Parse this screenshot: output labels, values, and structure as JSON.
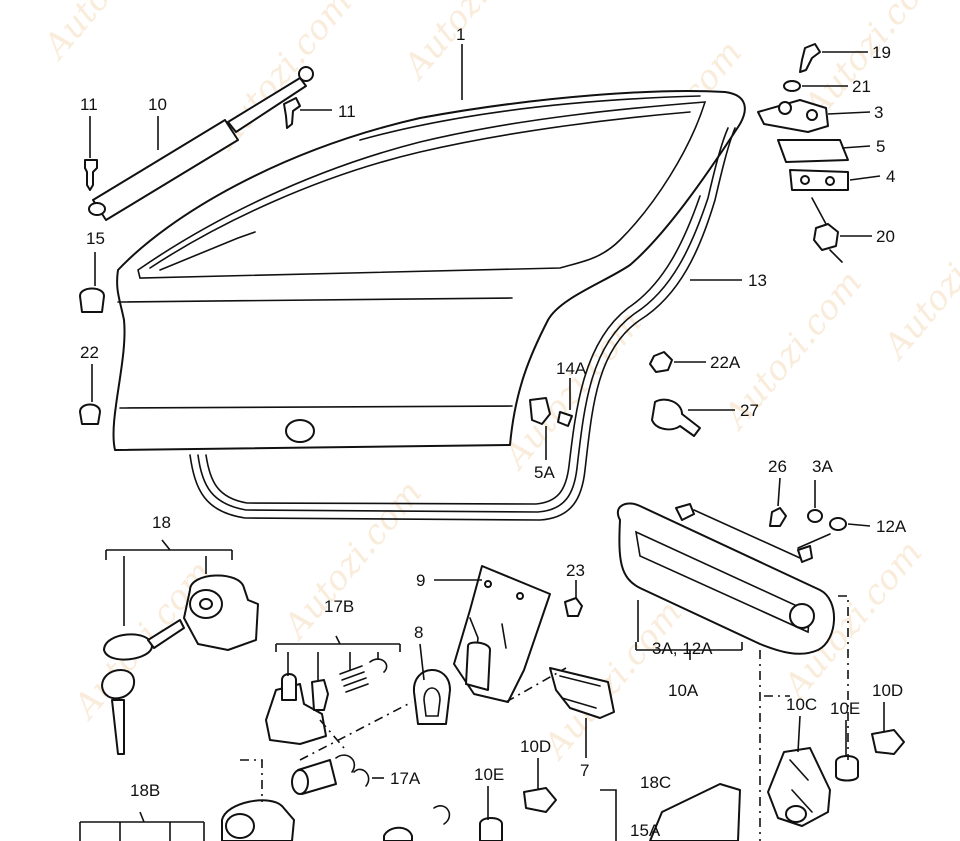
{
  "watermark": "Autozi.com",
  "labels": {
    "l1": "1",
    "l19": "19",
    "l21": "21",
    "l3": "3",
    "l5": "5",
    "l4": "4",
    "l20": "20",
    "l11a": "11",
    "l10": "10",
    "l11b": "11",
    "l15": "15",
    "l22": "22",
    "l13": "13",
    "l22a": "22A",
    "l14a": "14A",
    "l27": "27",
    "l5a": "5A",
    "l26": "26",
    "l3a": "3A",
    "l12a": "12A",
    "l18": "18",
    "l9": "9",
    "l23": "23",
    "l17b": "17B",
    "l8": "8",
    "l3a12a": "3A, 12A",
    "l10a": "10A",
    "l10c": "10C",
    "l10e_r": "10E",
    "l10d_r": "10D",
    "l7": "7",
    "l10d_m": "10D",
    "l17a": "17A",
    "l10e_m": "10E",
    "l18c": "18C",
    "l18b": "18B",
    "l15a": "15A"
  }
}
